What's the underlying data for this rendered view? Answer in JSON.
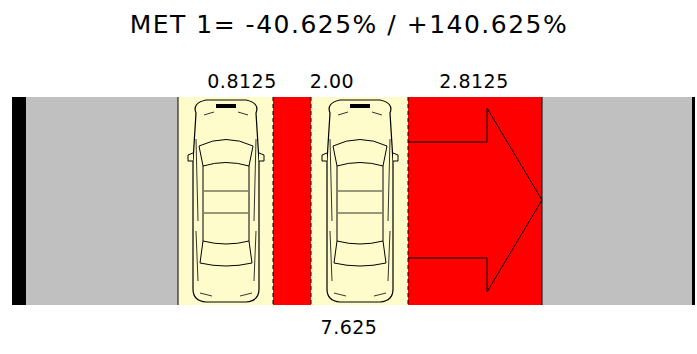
{
  "diagram": {
    "title": "MET 1= -40.625% / +140.625%",
    "labels": [
      "0.8125",
      "2.00",
      "2.8125",
      "7.625"
    ]
  }
}
